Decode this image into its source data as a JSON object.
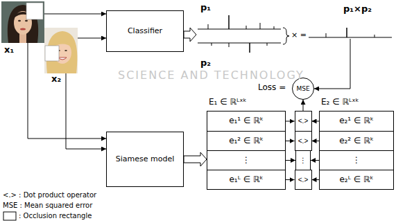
{
  "diagram": {
    "nodes": [
      {
        "text": [
          "x₁"
        ]
      },
      {
        "text": [
          "x₂"
        ]
      },
      {
        "text": [
          "Classifier"
        ]
      },
      {
        "text": [
          "Siamese model"
        ]
      },
      {
        "text": [
          "p₁"
        ]
      },
      {
        "text": [
          "p₂"
        ]
      },
      {
        "text": [
          "p₁×p₂"
        ]
      },
      {
        "text": [
          "MSE"
        ]
      },
      {
        "text": [
          "E₁ ∈ ℝᴸˣᵏ"
        ]
      },
      {
        "text": [
          "e₁¹ ∈ ℝᵏ"
        ],
        "in": 8
      },
      {
        "text": [
          "e₁² ∈ ℝᵏ"
        ],
        "in": 8
      },
      {
        "text": [
          "⋮"
        ],
        "in": 8
      },
      {
        "text": [
          "e₁ᴸ ∈ ℝᵏ"
        ],
        "in": 8
      },
      {
        "text": [
          "<.>"
        ]
      },
      {
        "text": [
          "<.>"
        ]
      },
      {
        "text": [
          "⋮"
        ]
      },
      {
        "text": [
          "<.>"
        ]
      },
      {
        "text": [
          "E₂ ∈ ℝᴸˣᵏ"
        ]
      },
      {
        "text": [
          "e₂¹ ∈ ℝᵏ"
        ],
        "in": 17
      },
      {
        "text": [
          "e₂² ∈ ℝᵏ"
        ],
        "in": 17
      },
      {
        "text": [
          "⋮"
        ],
        "in": 17
      },
      {
        "text": [
          "e₂ᴸ ∈ ℝᵏ"
        ],
        "in": 17
      }
    ],
    "edges": [
      {
        "from": 0,
        "to": 2,
        "arrow": "to"
      },
      {
        "from": 1,
        "to": 2,
        "arrow": "to"
      },
      {
        "from": 0,
        "to": 3,
        "arrow": "to"
      },
      {
        "from": 1,
        "to": 3,
        "arrow": "to"
      },
      {
        "from": 2,
        "to": 4,
        "arrow": "to"
      },
      {
        "from": 3,
        "to": 8,
        "arrow": "to"
      },
      {
        "from": 6,
        "to": 7,
        "arrow": "to"
      },
      {
        "from": 13,
        "to": 7,
        "arrow": "to"
      },
      {
        "from": 9,
        "to": 13,
        "arrow": "to"
      },
      {
        "from": 10,
        "to": 14,
        "arrow": "to"
      },
      {
        "from": 11,
        "to": 15,
        "arrow": "to"
      },
      {
        "from": 12,
        "to": 16,
        "arrow": "to"
      },
      {
        "from": 18,
        "to": 13,
        "arrow": "to"
      },
      {
        "from": 19,
        "to": 14,
        "arrow": "to"
      },
      {
        "from": 20,
        "to": 15,
        "arrow": "to"
      },
      {
        "from": 21,
        "to": 16,
        "arrow": "to"
      }
    ],
    "labels": [
      "× =",
      "Loss =",
      "SCIENCE AND TECHNOLOGY"
    ],
    "legend": [
      {
        "text": "<.> : Dot product operator"
      },
      {
        "text": "MSE : Mean squared error"
      },
      {
        "text": ": Occlusion rectangle"
      }
    ]
  }
}
